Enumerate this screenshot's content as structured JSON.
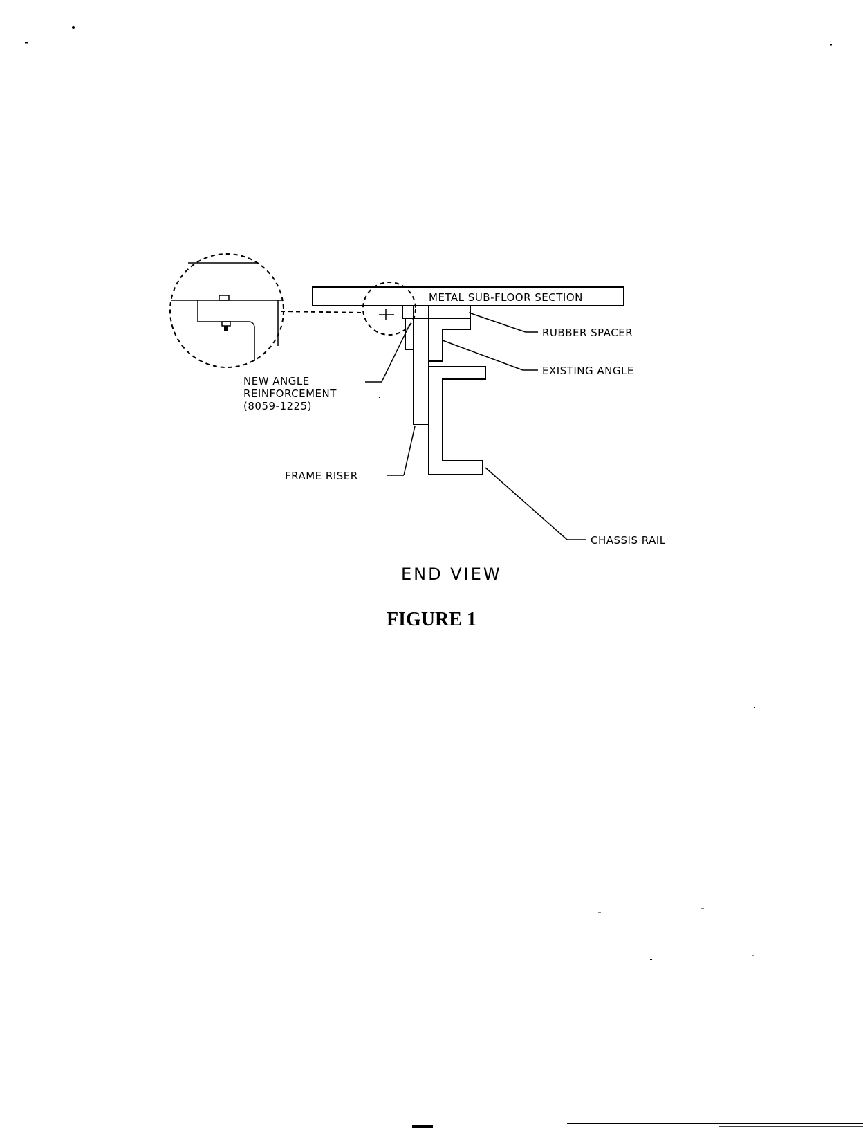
{
  "labels": {
    "metal_sub_floor": "METAL SUB-FLOOR SECTION",
    "rubber_spacer": "RUBBER SPACER",
    "existing_angle": "EXISTING ANGLE",
    "new_angle_line1": "NEW ANGLE",
    "new_angle_line2": "REINFORCEMENT",
    "new_angle_line3": "(8059-1225)",
    "frame_riser": "FRAME RISER",
    "chassis_rail": "CHASSIS RAIL"
  },
  "view_title": "END VIEW",
  "figure_caption": "FIGURE 1"
}
